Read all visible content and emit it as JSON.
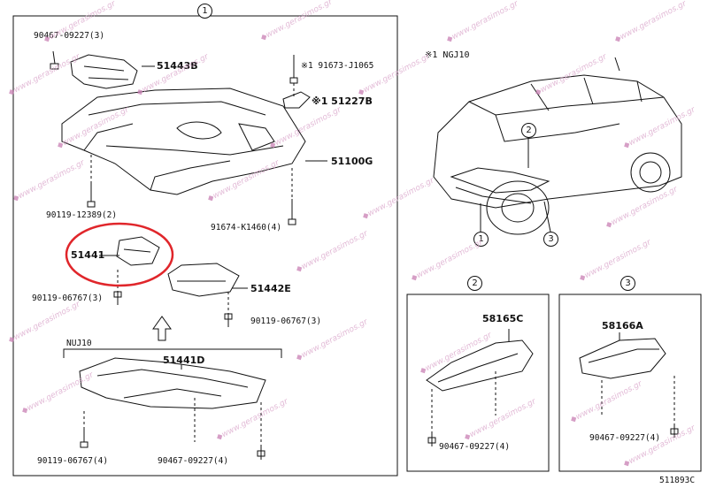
{
  "diagram": {
    "group_markers": {
      "main": "1",
      "left_lower": "2",
      "right_lower": "3"
    },
    "vehicle_callouts": [
      "2",
      "1",
      "3"
    ],
    "note": "※1  NGJ10",
    "nuj_label": "NUJ10",
    "code": "511893C",
    "parts": {
      "p1": "90467-09227(3)",
      "p2": "51443B",
      "p3": "※1 91673-J1065",
      "p4": "※1 51227B",
      "p5": "51100G",
      "p6": "90119-12389(2)",
      "p7": "91674-K1460(4)",
      "p8": "51441",
      "p9": "51442E",
      "p10": "90119-06767(3)",
      "p11": "90119-06767(3)",
      "p12": "51441D",
      "p13": "90119-06767(4)",
      "p14": "90467-09227(4)",
      "p15": "58165C",
      "p16": "90467-09227(4)",
      "p17": "58166A",
      "p18": "90467-09227(4)"
    },
    "watermark": "www.gerasimos.gr",
    "colors": {
      "highlight": "#e0262b",
      "line": "#111111",
      "watermark": "#d9a3c9"
    }
  }
}
